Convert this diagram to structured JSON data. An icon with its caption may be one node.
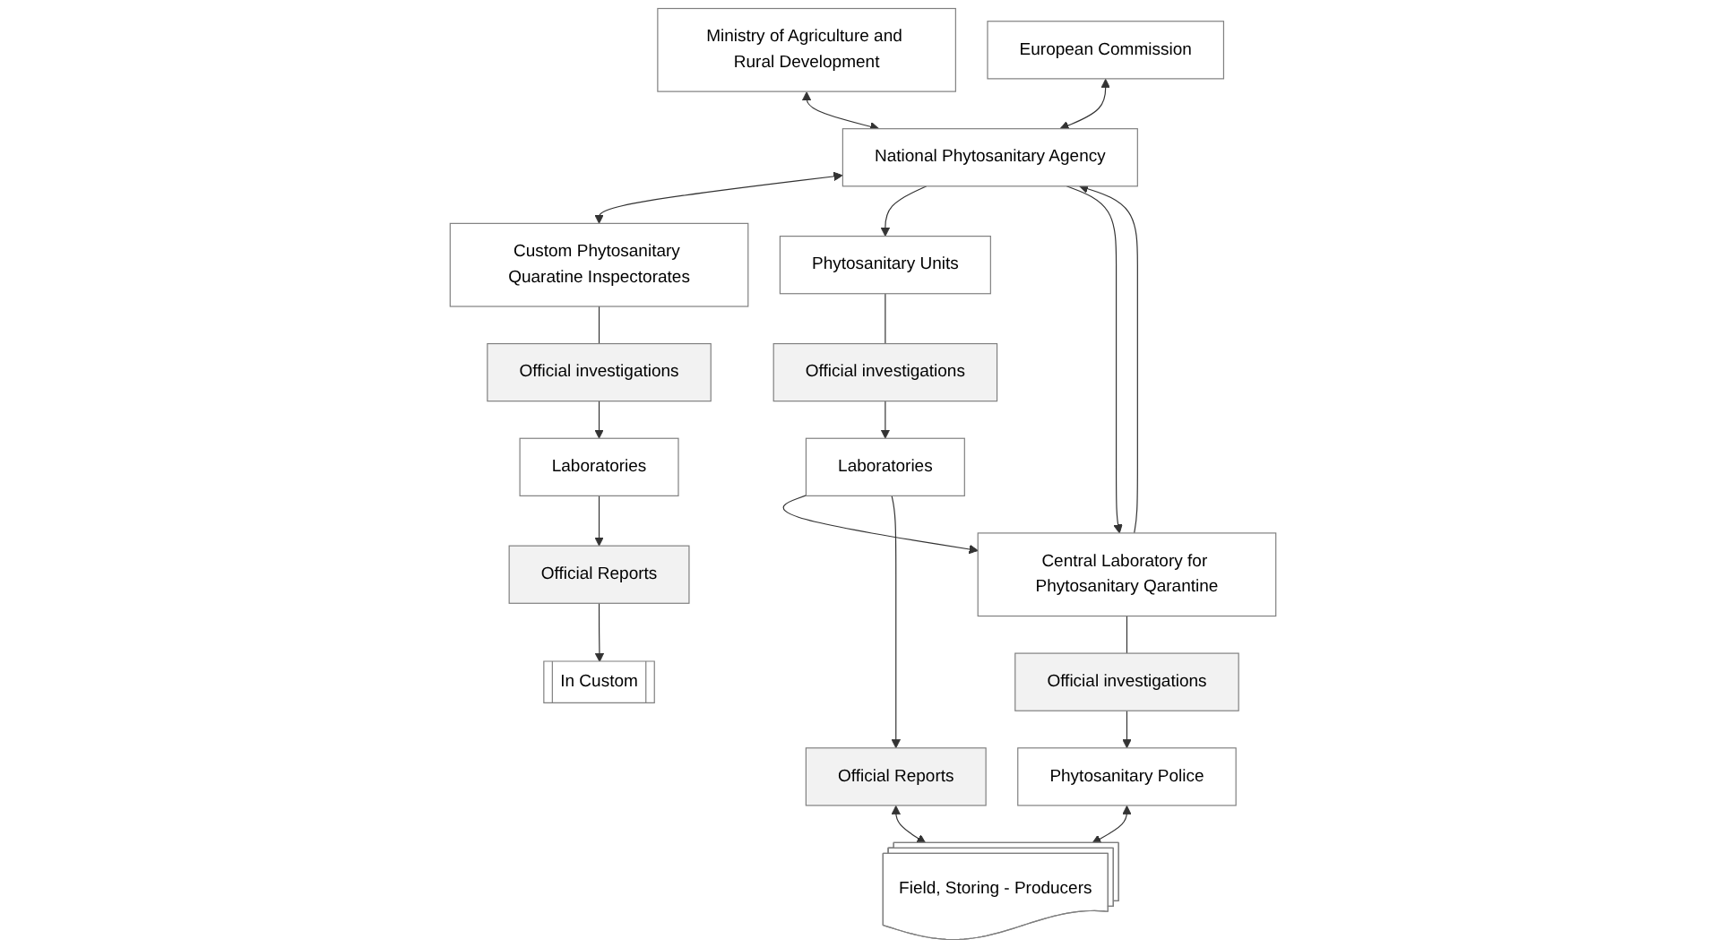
{
  "diagram": {
    "nodes": [
      {
        "text": [
          "Ministry of Agriculture and Rural Development"
        ]
      },
      {
        "text": [
          "European Commission"
        ]
      },
      {
        "text": [
          "National Phytosanitary Agency"
        ]
      },
      {
        "text": [
          "Custom Phytosanitary Quaratine Inspectorates"
        ]
      },
      {
        "text": [
          "Phytosanitary Units"
        ]
      },
      {
        "text": [
          "Central Laboratory for Phytosanitary Qarantine"
        ]
      },
      {
        "text": [
          "Official investigations"
        ]
      },
      {
        "text": [
          "Official investigations"
        ]
      },
      {
        "text": [
          "Laboratories"
        ]
      },
      {
        "text": [
          "Laboratories"
        ]
      },
      {
        "text": [
          "Official investigations"
        ]
      },
      {
        "text": [
          "Official Reports"
        ]
      },
      {
        "text": [
          "Official Reports"
        ]
      },
      {
        "text": [
          "Phytosanitary Police"
        ]
      },
      {
        "text": [
          "Field, Storing - Producers"
        ]
      },
      {
        "text": [
          "In Custom"
        ]
      }
    ],
    "edges": [
      {
        "from": 0,
        "to": 2,
        "arrow": "both"
      },
      {
        "from": 1,
        "to": 2,
        "arrow": "both"
      },
      {
        "from": 2,
        "to": 3,
        "arrow": "both"
      },
      {
        "from": 2,
        "to": 4,
        "arrow": "to"
      },
      {
        "from": 2,
        "to": 5,
        "arrow": "to"
      },
      {
        "from": 5,
        "to": 2,
        "arrow": "to"
      },
      {
        "from": 3,
        "to": 6,
        "arrow": "none"
      },
      {
        "from": 6,
        "to": 9,
        "arrow": "to"
      },
      {
        "from": 4,
        "to": 7,
        "arrow": "none"
      },
      {
        "from": 7,
        "to": 8,
        "arrow": "to"
      },
      {
        "from": 8,
        "to": 5,
        "arrow": "to"
      },
      {
        "from": 5,
        "to": 10,
        "arrow": "none"
      },
      {
        "from": 10,
        "to": 13,
        "arrow": "to"
      },
      {
        "from": 8,
        "to": 11,
        "arrow": "to"
      },
      {
        "from": 9,
        "to": 12,
        "arrow": "to"
      },
      {
        "from": 11,
        "to": 14,
        "arrow": "both"
      },
      {
        "from": 13,
        "to": 14,
        "arrow": "both"
      },
      {
        "from": 12,
        "to": 15,
        "arrow": "to"
      }
    ]
  }
}
